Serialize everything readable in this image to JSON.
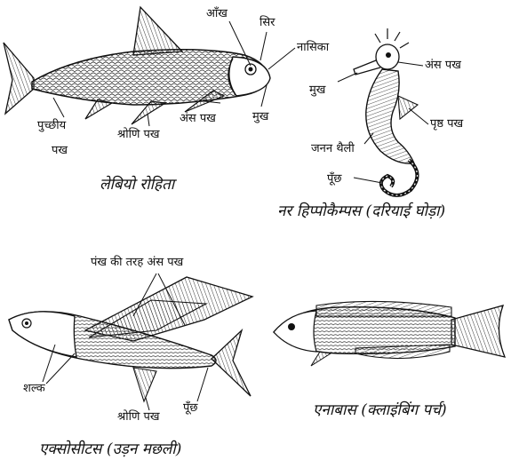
{
  "figures": {
    "labeo": {
      "caption": "लेबियो रोहिता",
      "labels": {
        "eye": "आँख",
        "head": "सिर",
        "nostril": "नासिका",
        "pectoral_fin": "अंस पख",
        "mouth": "मुख",
        "pelvic_fin": "श्रोणि पख",
        "caudal_fin_line1": "पुच्छीय",
        "caudal_fin_line2": "पख"
      }
    },
    "hippocampus": {
      "caption": "नर हिप्पोकैम्पस (दरियाई घोड़ा)",
      "labels": {
        "pectoral_fin": "अंस पख",
        "mouth": "मुख",
        "dorsal_fin": "पृष्ठ पख",
        "brood_pouch": "जनन थैली",
        "tail": "पूँछ"
      }
    },
    "exocoetus": {
      "caption": "एक्सोसीटस (उड़न मछली)",
      "labels": {
        "wing_fin": "पंख की तरह अंस पख",
        "scales": "शल्क",
        "pelvic_fin": "श्रोणि पख",
        "tail": "पूँछ"
      }
    },
    "anabas": {
      "caption": "एनाबास (क्लाइंबिंग पर्च)"
    }
  }
}
